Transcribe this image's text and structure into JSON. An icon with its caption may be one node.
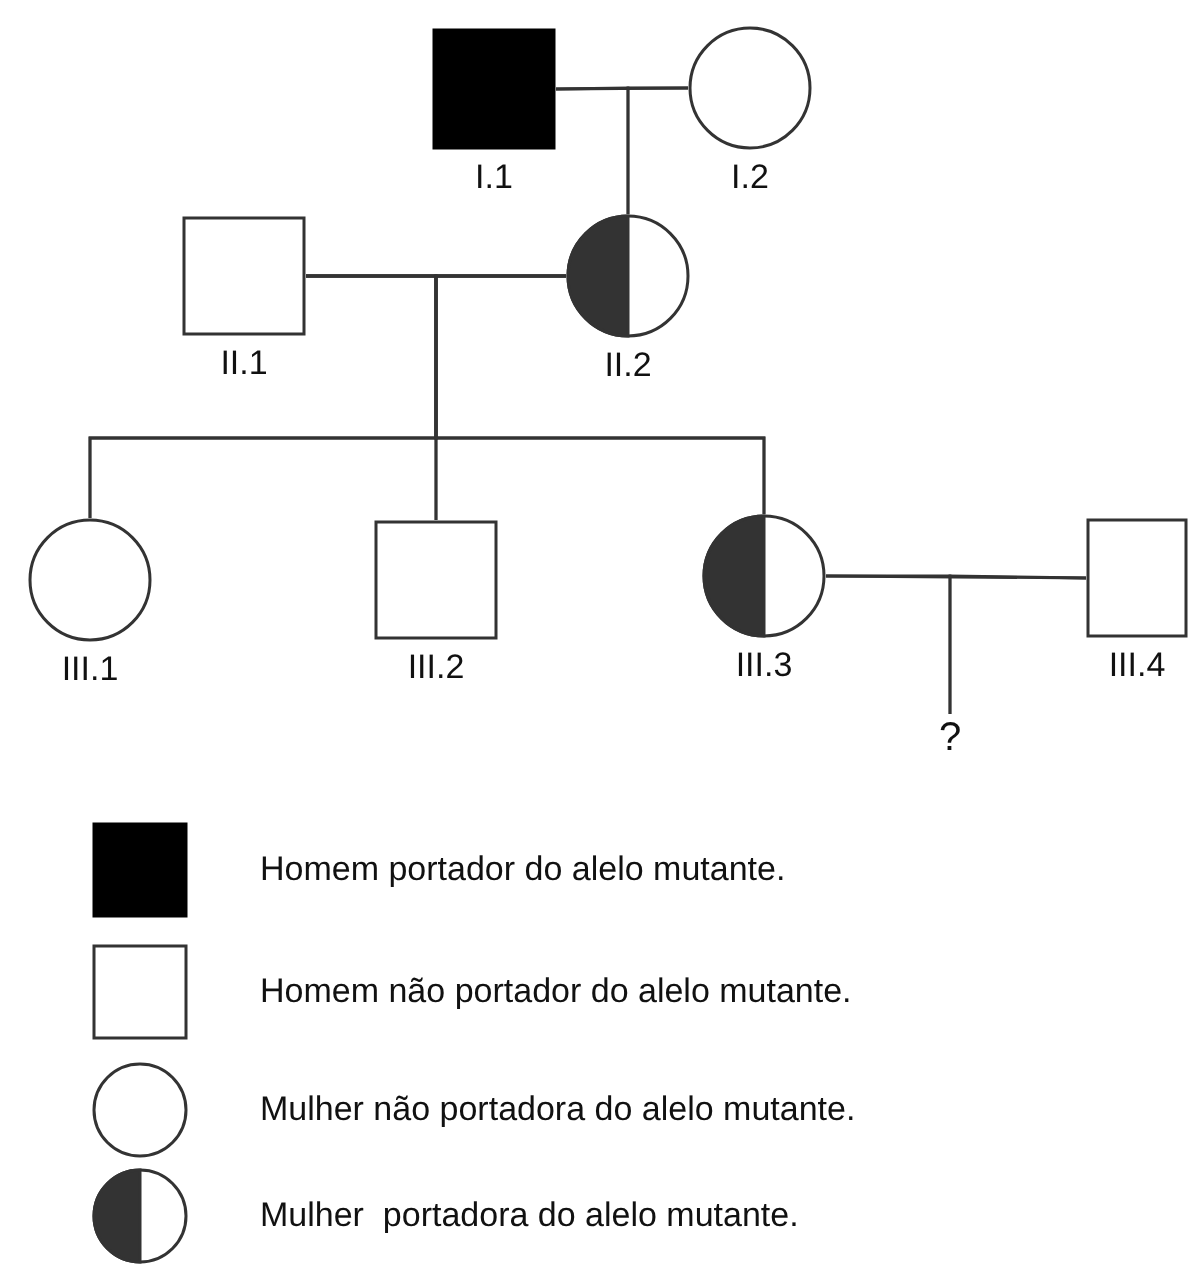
{
  "diagram": {
    "nodes": [
      {
        "text": [
          "I.1"
        ]
      },
      {
        "text": [
          "I.2"
        ]
      },
      {
        "text": [
          "II.1"
        ]
      },
      {
        "text": [
          "II.2"
        ]
      },
      {
        "text": [
          "III.1"
        ]
      },
      {
        "text": [
          "III.2"
        ]
      },
      {
        "text": [
          "III.3"
        ]
      },
      {
        "text": [
          "III.4"
        ]
      },
      {
        "text": [
          "?"
        ]
      }
    ],
    "edges": [
      {
        "from": 0,
        "to": 1,
        "arrow": "none"
      },
      {
        "from": 0,
        "to": 3,
        "arrow": "none"
      },
      {
        "from": 1,
        "to": 3,
        "arrow": "none"
      },
      {
        "from": 2,
        "to": 3,
        "arrow": "none"
      },
      {
        "from": 2,
        "to": 4,
        "arrow": "none"
      },
      {
        "from": 2,
        "to": 5,
        "arrow": "none"
      },
      {
        "from": 2,
        "to": 6,
        "arrow": "none"
      },
      {
        "from": 3,
        "to": 4,
        "arrow": "none"
      },
      {
        "from": 3,
        "to": 5,
        "arrow": "none"
      },
      {
        "from": 3,
        "to": 6,
        "arrow": "none"
      },
      {
        "from": 6,
        "to": 7,
        "arrow": "none"
      },
      {
        "from": 6,
        "to": 8,
        "arrow": "none"
      },
      {
        "from": 7,
        "to": 8,
        "arrow": "none"
      }
    ],
    "legend": [
      {
        "text": "Homem portador do alelo mutante."
      },
      {
        "text": "Homem não portador do alelo mutante."
      },
      {
        "text": "Mulher não portadora do alelo mutante."
      },
      {
        "text": "Mulher  portadora do alelo mutante."
      }
    ]
  }
}
